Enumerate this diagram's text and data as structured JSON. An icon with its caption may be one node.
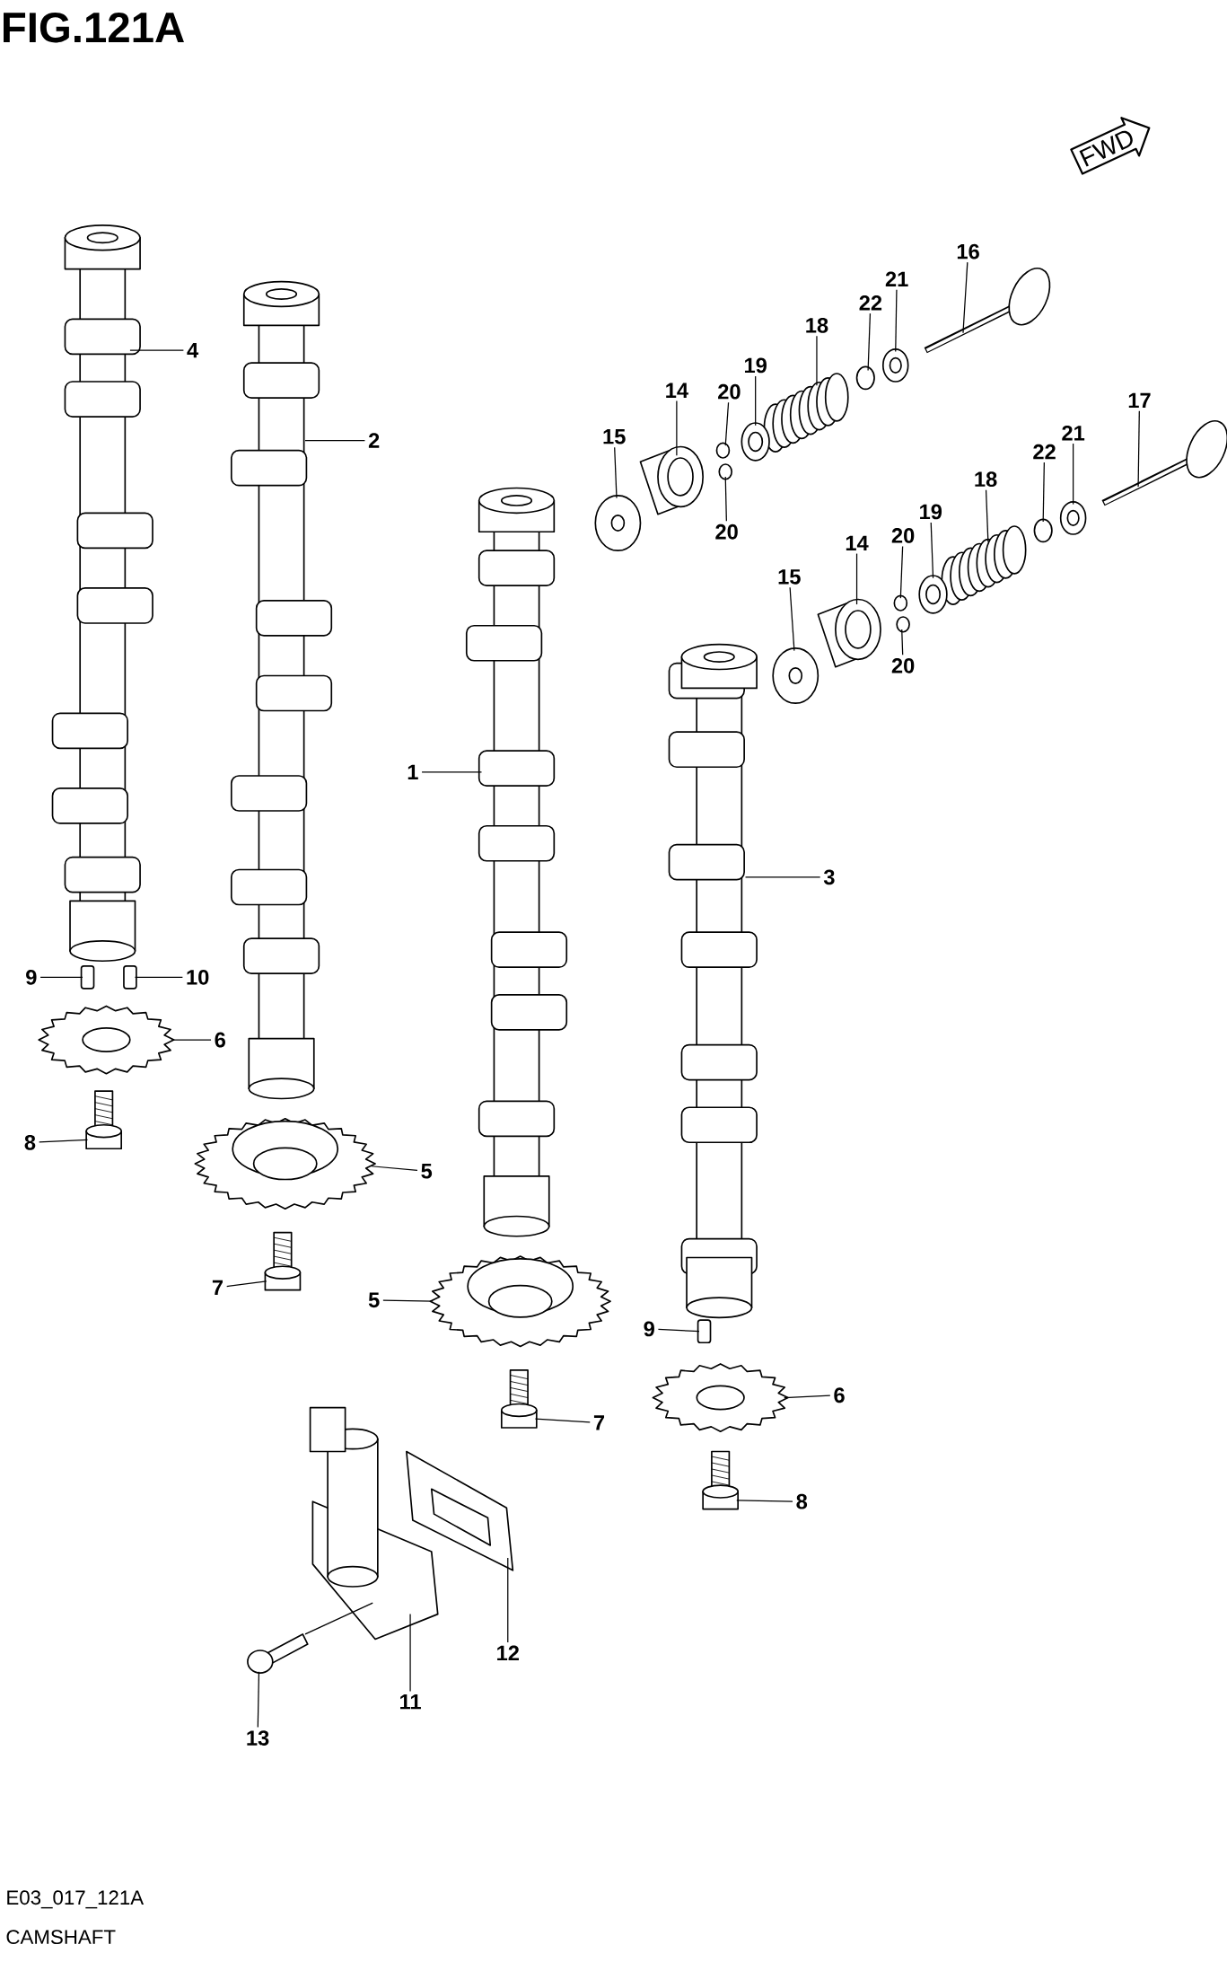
{
  "diagram": {
    "title": "FIG.121A",
    "caption": "CAMSHAFT",
    "nodes": [
      {
        "text": [
          "FWD"
        ]
      },
      {
        "text": [
          "16"
        ]
      },
      {
        "text": [
          "21"
        ]
      },
      {
        "text": [
          "22"
        ]
      },
      {
        "text": [
          "18"
        ]
      },
      {
        "text": [
          "4"
        ]
      },
      {
        "text": [
          "19"
        ]
      },
      {
        "text": [
          "20"
        ]
      },
      {
        "text": [
          "14"
        ]
      },
      {
        "text": [
          "17"
        ]
      },
      {
        "text": [
          "21"
        ]
      },
      {
        "text": [
          "15"
        ]
      },
      {
        "text": [
          "2"
        ]
      },
      {
        "text": [
          "22"
        ]
      },
      {
        "text": [
          "18"
        ]
      },
      {
        "text": [
          "19"
        ]
      },
      {
        "text": [
          "20"
        ]
      },
      {
        "text": [
          "20"
        ]
      },
      {
        "text": [
          "14"
        ]
      },
      {
        "text": [
          "15"
        ]
      },
      {
        "text": [
          "20"
        ]
      },
      {
        "text": [
          "1"
        ]
      },
      {
        "text": [
          "3"
        ]
      },
      {
        "text": [
          "9"
        ]
      },
      {
        "text": [
          "10"
        ]
      },
      {
        "text": [
          "6"
        ]
      },
      {
        "text": [
          "8"
        ]
      },
      {
        "text": [
          "5"
        ]
      },
      {
        "text": [
          "7"
        ]
      },
      {
        "text": [
          "5"
        ]
      },
      {
        "text": [
          "9"
        ]
      },
      {
        "text": [
          "6"
        ]
      },
      {
        "text": [
          "7"
        ]
      },
      {
        "text": [
          "8"
        ]
      },
      {
        "text": [
          "12"
        ]
      },
      {
        "text": [
          "11"
        ]
      },
      {
        "text": [
          "13"
        ]
      },
      {
        "text": [],
        "shape": "picture"
      },
      {
        "text": [],
        "shape": "picture"
      },
      {
        "text": [],
        "shape": "circle"
      },
      {
        "text": [],
        "shape": "picture"
      },
      {
        "text": [],
        "shape": "picture"
      },
      {
        "text": [],
        "shape": "picture"
      },
      {
        "text": [],
        "shape": "circle"
      },
      {
        "text": [],
        "shape": "picture"
      },
      {
        "text": [],
        "shape": "picture"
      },
      {
        "text": [],
        "shape": "picture"
      },
      {
        "text": [],
        "shape": "picture"
      },
      {
        "text": [],
        "shape": "picture"
      },
      {
        "text": [],
        "shape": "circle"
      },
      {
        "text": [],
        "shape": "picture"
      },
      {
        "text": [],
        "shape": "picture"
      },
      {
        "text": [],
        "shape": "circle"
      },
      {
        "text": [],
        "shape": "circle"
      },
      {
        "text": [],
        "shape": "picture"
      },
      {
        "text": [],
        "shape": "picture"
      },
      {
        "text": [],
        "shape": "circle"
      },
      {
        "text": [],
        "shape": "picture"
      },
      {
        "text": [],
        "shape": "picture"
      },
      {
        "text": [],
        "shape": "box"
      },
      {
        "text": [],
        "shape": "box"
      },
      {
        "text": [],
        "shape": "picture"
      },
      {
        "text": [],
        "shape": "picture"
      },
      {
        "text": [],
        "shape": "picture"
      },
      {
        "text": [],
        "shape": "picture"
      },
      {
        "text": [],
        "shape": "picture"
      },
      {
        "text": [],
        "shape": "box"
      },
      {
        "text": [],
        "shape": "picture"
      },
      {
        "text": [],
        "shape": "picture"
      },
      {
        "text": [],
        "shape": "picture"
      },
      {
        "text": [],
        "shape": "picture"
      },
      {
        "text": [],
        "shape": "picture"
      },
      {
        "text": [],
        "shape": "picture"
      }
    ],
    "edges": [
      {
        "from": 1,
        "to": 37,
        "arrow": "none"
      },
      {
        "from": 2,
        "to": 38,
        "arrow": "none"
      },
      {
        "from": 3,
        "to": 39,
        "arrow": "none"
      },
      {
        "from": 4,
        "to": 40,
        "arrow": "none"
      },
      {
        "from": 5,
        "to": 41,
        "arrow": "none"
      },
      {
        "from": 6,
        "to": 42,
        "arrow": "none"
      },
      {
        "from": 7,
        "to": 43,
        "arrow": "none"
      },
      {
        "from": 8,
        "to": 44,
        "arrow": "none"
      },
      {
        "from": 9,
        "to": 45,
        "arrow": "none"
      },
      {
        "from": 10,
        "to": 46,
        "arrow": "none"
      },
      {
        "from": 11,
        "to": 47,
        "arrow": "none"
      },
      {
        "from": 12,
        "to": 48,
        "arrow": "none"
      },
      {
        "from": 13,
        "to": 49,
        "arrow": "none"
      },
      {
        "from": 14,
        "to": 50,
        "arrow": "none"
      },
      {
        "from": 15,
        "to": 51,
        "arrow": "none"
      },
      {
        "from": 16,
        "to": 52,
        "arrow": "none"
      },
      {
        "from": 17,
        "to": 53,
        "arrow": "none"
      },
      {
        "from": 18,
        "to": 54,
        "arrow": "none"
      },
      {
        "from": 19,
        "to": 55,
        "arrow": "none"
      },
      {
        "from": 20,
        "to": 56,
        "arrow": "none"
      },
      {
        "from": 21,
        "to": 57,
        "arrow": "none"
      },
      {
        "from": 22,
        "to": 58,
        "arrow": "none"
      },
      {
        "from": 23,
        "to": 59,
        "arrow": "none"
      },
      {
        "from": 24,
        "to": 60,
        "arrow": "none"
      },
      {
        "from": 25,
        "to": 61,
        "arrow": "none"
      },
      {
        "from": 26,
        "to": 62,
        "arrow": "none"
      },
      {
        "from": 27,
        "to": 63,
        "arrow": "none"
      },
      {
        "from": 28,
        "to": 64,
        "arrow": "none"
      },
      {
        "from": 29,
        "to": 65,
        "arrow": "none"
      },
      {
        "from": 30,
        "to": 66,
        "arrow": "none"
      },
      {
        "from": 31,
        "to": 67,
        "arrow": "none"
      },
      {
        "from": 32,
        "to": 68,
        "arrow": "none"
      },
      {
        "from": 33,
        "to": 69,
        "arrow": "none"
      },
      {
        "from": 34,
        "to": 70,
        "arrow": "none"
      },
      {
        "from": 35,
        "to": 71,
        "arrow": "none"
      },
      {
        "from": 36,
        "to": 72,
        "arrow": "none"
      },
      {
        "from": 72,
        "to": 71,
        "arrow": "none"
      }
    ],
    "labels": [
      "E03_017_121A"
    ]
  }
}
